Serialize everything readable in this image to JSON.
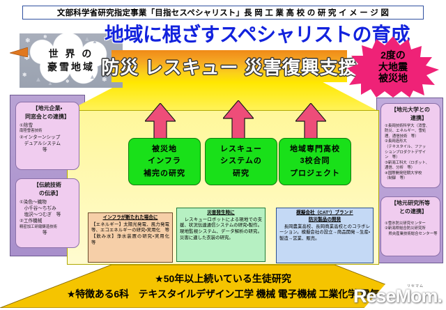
{
  "title_bar": {
    "text": "文部科学省研究指定事業「目指セスペシャリスト」長 岡 工 業 高 校 の 研 究 イ メ ー ジ 図"
  },
  "snow_block": {
    "line1": "世 界 の",
    "line2": "豪雪地域"
  },
  "headline": {
    "text": "地域に根ざすスペシャリストの育成"
  },
  "orange_banner": {
    "text": "防災 レスキュー 災害復興支援"
  },
  "starburst": {
    "line1": "2度の",
    "line2": "大地震",
    "line3": "被災地"
  },
  "green_boxes": [
    {
      "line1": "被災地",
      "line2": "インフラ",
      "line3": "補完の研究"
    },
    {
      "line1": "レスキュー",
      "line2": "システムの",
      "line3": "研究"
    },
    {
      "line1": "地域専門高校",
      "line2": "3校合同",
      "line3": "プロジェクト"
    }
  ],
  "detail_boxes": {
    "infra": {
      "heading": "インフラが断たれた場合に",
      "body": "【エネルギー】太陽光発電、風力発電 等、エコエネルギーの研究・実用化　等　【飲み水】浄水装置の研究・実用化　　　　　等"
    },
    "rescue": {
      "heading": "災害発生時に",
      "body": "　レスキューロボットによる現地での支援、状況伝達通信システムの研究・製作。現地監視システム、データ解析の研究。災害に適した衣装の研究。"
    },
    "brand": {
      "heading1": "模擬会社（CAT°）ブランド",
      "heading2": "防災製品の開発",
      "body": "　長岡農業高校、長岡商業高校とのコラボレーション。模擬会社の設立→商品開発→生産・製造→営業、販売。"
    }
  },
  "left_cards": [
    {
      "title1": "【地元企業・",
      "title2": "同窓会との連携】",
      "lines": [
        "①除雪",
        "②インターンシップ",
        "　デュアルシステム",
        "　　　　　等"
      ],
      "small": "南陸雪害技術"
    },
    {
      "title1": "【伝統技術",
      "title2": "　の伝承】",
      "lines": [
        "①染色〜織物",
        "　小千谷〜ちぢみ",
        "　塩沢〜つむぎ　等",
        "②工作機械",
        "　　　　　等"
      ],
      "small": "精密加工研磨鋳造技術"
    }
  ],
  "right_cards": [
    {
      "title1": "【地元大学との",
      "title2": "　　　連携】",
      "lines": [
        "①長岡技術科学大（消雪、",
        "防災、エネルギー、雪処",
        "理、通信技術　等）",
        "②長岡造形大",
        "（テキスタイル、ファッ",
        "ションプロダクトデザイ",
        "ン　等）",
        "③新潟工科大（ロボット、",
        "通信、分析　等）",
        "④国際開発短期大学校",
        "（制御　等）"
      ]
    },
    {
      "title1": "【地元研究所等",
      "title2": "　との連携】",
      "lines": [
        "①雪氷防災研究センター",
        "②新潟県総合防災研究所",
        "　県央産業技術総合センター等"
      ]
    }
  ],
  "bottom_band": {
    "line1": "★50年以上続いている生徒研究",
    "line2": "★特徴ある6科　テキスタイルデザイン工学 機械 電子機械 工業化学 電気"
  },
  "watermark": {
    "small": "リセマム",
    "main": "ReseMom."
  },
  "colors": {
    "headline_blue": "#1222dd",
    "banner_orange": "#f5a623",
    "banner_yellow": "#ffe600",
    "starburst_pink": "#ef2277",
    "green_box": "#19e019",
    "arrow_pink": "#ee4d79",
    "panel_purple": "#b49ad2",
    "card_lavender": "#f0ccef",
    "infra_tan": "#f6cfa8",
    "rescue_green": "#b6f0c2",
    "brand_blue": "#c4d9f5",
    "bottom_yellow": "#f5c400"
  }
}
